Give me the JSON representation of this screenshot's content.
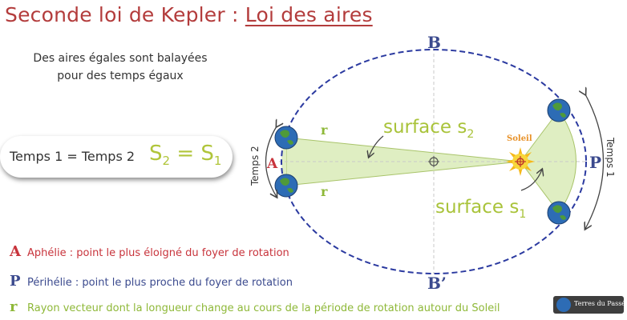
{
  "title": {
    "prefix": "Seconde loi de Kepler : ",
    "highlight": "Loi des aires"
  },
  "subtitle": {
    "line1": "Des aires égales sont balayées",
    "line2": "pour des temps égaux"
  },
  "equation": {
    "time": "Temps 1 = Temps 2",
    "s_left": "S",
    "s_left_sub": "2",
    "equals": " = ",
    "s_right": "S",
    "s_right_sub": "1"
  },
  "diagram": {
    "label_B": "B",
    "label_B_prime": "B’",
    "label_A": "A",
    "label_P": "P",
    "label_r": "r",
    "sun_label": "Soleil",
    "surface_s2": "surface s",
    "surface_s2_sub": "2",
    "surface_s1": "surface s",
    "surface_s1_sub": "1",
    "temps1": "Temps 1",
    "temps2": "Temps 2"
  },
  "legend": [
    {
      "glyph": "A",
      "text": "Aphélie : point le plus éloigné du foyer de rotation",
      "color": "#c8343c"
    },
    {
      "glyph": "P",
      "text": "Périhélie : point le plus proche du foyer de rotation",
      "color": "#3b4a8e"
    },
    {
      "glyph": "r",
      "text": "Rayon vecteur dont la longueur change au cours de la période de rotation autour du Soleil",
      "color": "#8eb838"
    }
  ],
  "logo": {
    "text": "Terres du Passé"
  },
  "colors": {
    "ellipse": "#2b3aa0",
    "area": "#dfeec2",
    "sun": "#f2c318",
    "aphelion": "#c8343c",
    "perihelion": "#3b4a8e",
    "radius": "#8eb838",
    "title": "#b33c3c"
  }
}
